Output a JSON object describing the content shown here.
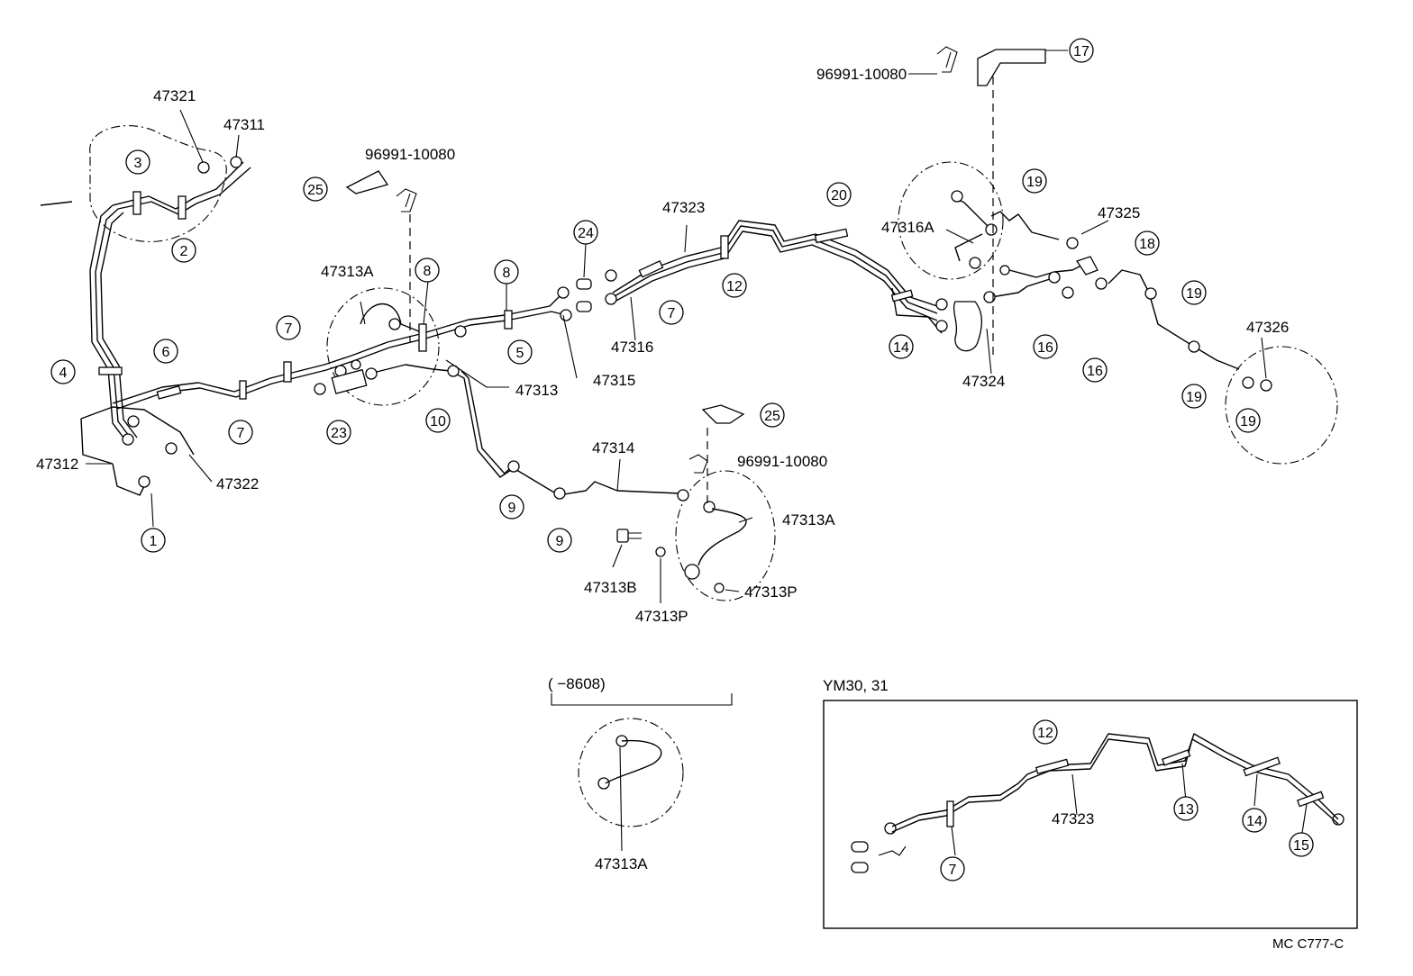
{
  "diagram": {
    "labels": {
      "p47321": "47321",
      "p47311": "47311",
      "p96991_a": "96991-10080",
      "p96991_b": "96991-10080",
      "p96991_c": "96991-10080",
      "p47313A_a": "47313A",
      "p47313A_b": "47313A",
      "p47313A_c": "47313A",
      "p47323_a": "47323",
      "p47323_b": "47323",
      "p47316A": "47316A",
      "p47325": "47325",
      "p47316": "47316",
      "p47315": "47315",
      "p47313": "47313",
      "p47312": "47312",
      "p47322": "47322",
      "p47314": "47314",
      "p47313B": "47313B",
      "p47313P_a": "47313P",
      "p47313P_b": "47313P",
      "p47324": "47324",
      "p47326": "47326",
      "range_8608": "(      −8608)",
      "ym_title": "YM30, 31",
      "code": "MC  C777-C"
    },
    "callouts": {
      "c1": "1",
      "c2": "2",
      "c3": "3",
      "c4": "4",
      "c5": "5",
      "c6": "6",
      "c7a": "7",
      "c7b": "7",
      "c7c": "7",
      "c7d": "7",
      "c8a": "8",
      "c8b": "8",
      "c9a": "9",
      "c9b": "9",
      "c10": "10",
      "c12a": "12",
      "c12b": "12",
      "c13": "13",
      "c14a": "14",
      "c14b": "14",
      "c15": "15",
      "c16a": "16",
      "c16b": "16",
      "c17": "17",
      "c18": "18",
      "c19a": "19",
      "c19b": "19",
      "c19c": "19",
      "c19d": "19",
      "c20": "20",
      "c23": "23",
      "c24": "24",
      "c25a": "25",
      "c25b": "25"
    }
  }
}
